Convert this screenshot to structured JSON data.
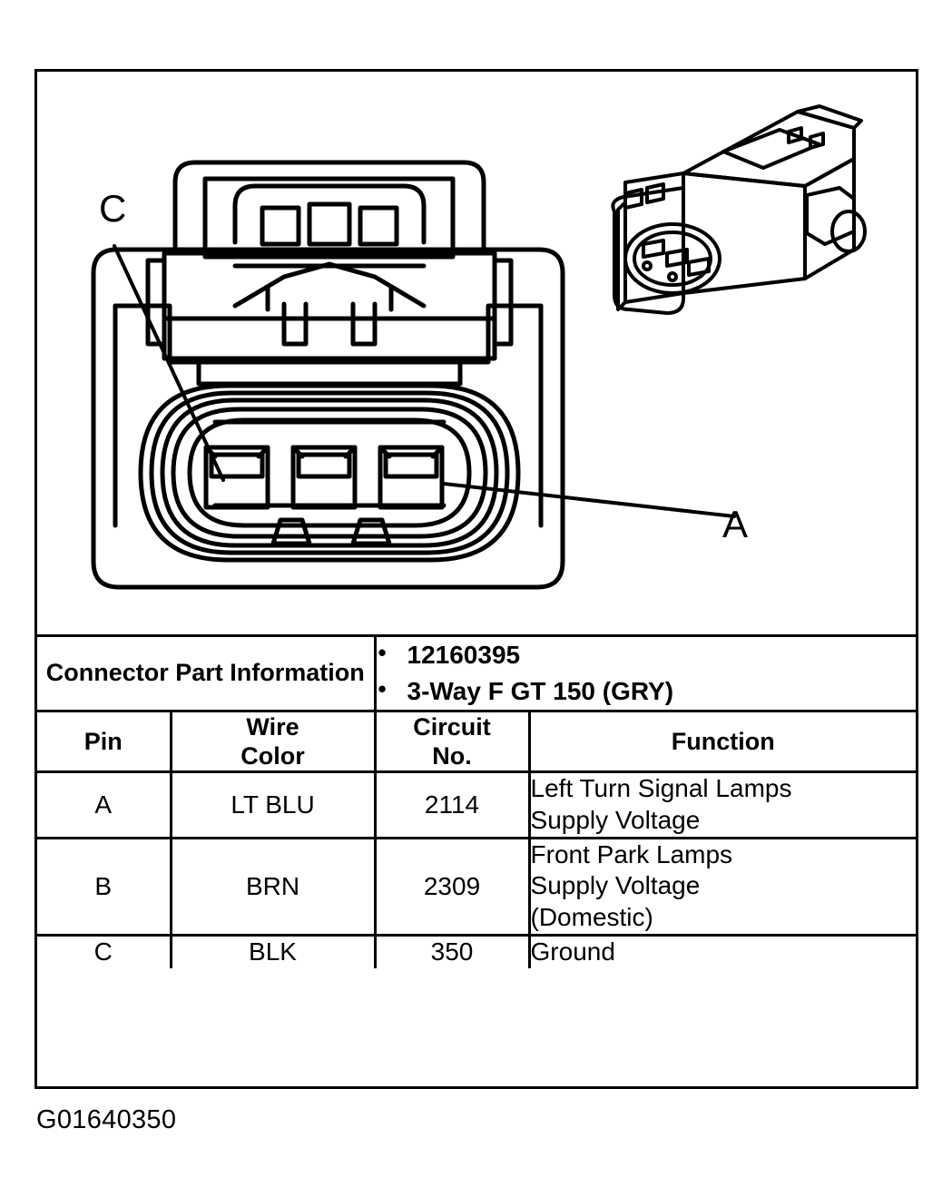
{
  "figure": {
    "caption": "G01640350",
    "callouts": [
      {
        "id": "C",
        "label": "C"
      },
      {
        "id": "A",
        "label": "A"
      }
    ],
    "views": {
      "front_view_name": "connector-front-view",
      "iso_view_name": "connector-isometric-view"
    }
  },
  "table": {
    "part_info": {
      "label_line1": "Connector Part",
      "label_line2": "Information",
      "values": [
        "12160395",
        "3-Way F GT 150 (GRY)"
      ]
    },
    "headers": {
      "pin": "Pin",
      "wire_color_line1": "Wire",
      "wire_color_line2": "Color",
      "circuit_no_line1": "Circuit",
      "circuit_no_line2": "No.",
      "function": "Function"
    },
    "rows": [
      {
        "pin": "A",
        "wire_color": "LT BLU",
        "circuit_no": "2114",
        "function_lines": [
          "Left Turn Signal Lamps",
          "Supply Voltage"
        ]
      },
      {
        "pin": "B",
        "wire_color": "BRN",
        "circuit_no": "2309",
        "function_lines": [
          "Front Park Lamps",
          "Supply Voltage",
          "(Domestic)"
        ]
      },
      {
        "pin": "C",
        "wire_color": "BLK",
        "circuit_no": "350",
        "function_lines": [
          "Ground"
        ]
      }
    ]
  },
  "colors": {
    "ink": "#000000",
    "paper": "#ffffff"
  }
}
